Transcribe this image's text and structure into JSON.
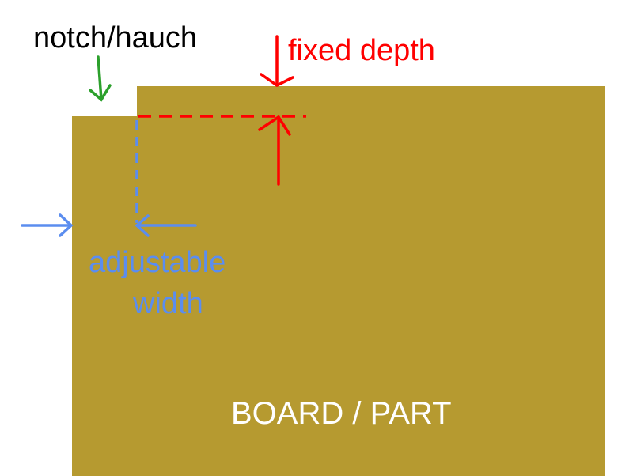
{
  "labels": {
    "notch": "notch/hauch",
    "fixed_depth": "fixed depth",
    "adjustable_line1": "adjustable",
    "adjustable_line2": "width",
    "board": "BOARD / PART"
  },
  "colors": {
    "board": "#b69a30",
    "notch_arrow": "#2ca02c",
    "depth": "#ff0000",
    "width": "#5b8def",
    "label": "#000000",
    "board_text": "#ffffff"
  }
}
